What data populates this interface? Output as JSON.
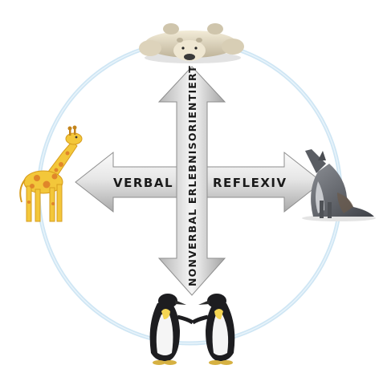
{
  "labels": {
    "left": "VERBAL",
    "right": "REFLEXIV",
    "vertical": "NONVERBAL ERLEBNISORIENTIERT"
  },
  "icons": {
    "top": "polar-bear",
    "left": "giraffe",
    "right": "howling-wolf",
    "bottom": "two-penguins"
  },
  "colors": {
    "circle": "#c9e3f2",
    "arrow_light": "#f2f2f2",
    "arrow_dark": "#9a9a9a",
    "text": "#1a1a1a"
  }
}
